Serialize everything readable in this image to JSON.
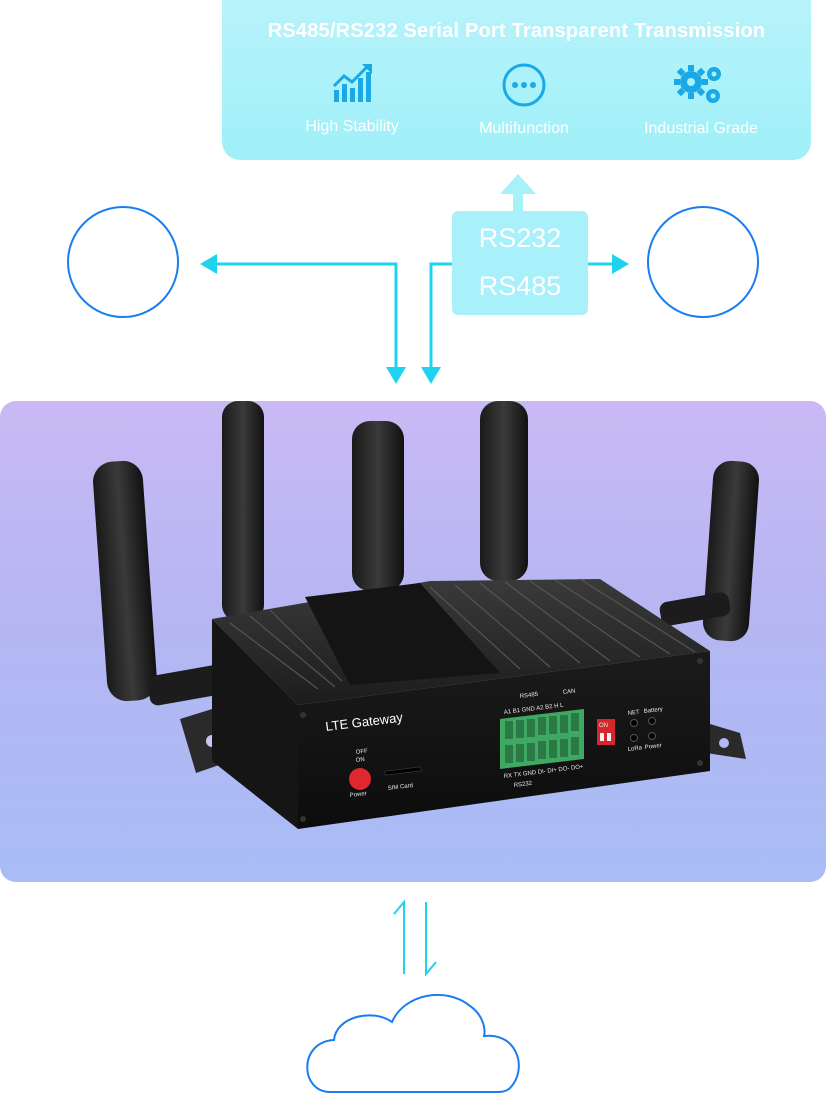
{
  "banner": {
    "title": "RS485/RS232 Serial Port Transparent Transmission",
    "features": [
      {
        "icon": "chart-growth-icon",
        "label": "High Stability"
      },
      {
        "icon": "more-dots-icon",
        "label": "Multifunction"
      },
      {
        "icon": "gears-icon",
        "label": "Industrial Grade"
      }
    ]
  },
  "interfaces": {
    "line1": "RS232",
    "line2": "RS485"
  },
  "device": {
    "name": "LTE Gateway",
    "switch_off": "OFF",
    "switch_on": "ON",
    "power_label": "Power",
    "sim_label": "SIM Card",
    "rs485_label": "RS485",
    "can_label": "CAN",
    "rs232_label": "RS232",
    "top_pins": "A1  B1  GND  A2    B2     H    L",
    "bottom_pins": "RX  TX  GND  DI-  DI+  DO-  DO+",
    "led_net": "NET",
    "led_battery": "Battery",
    "led_lora": "LoRa",
    "led_power": "Power",
    "dip_on": "ON"
  },
  "colors": {
    "accent": "#1fd3ee",
    "circle": "#1a7ef0",
    "banner": "#a7f1f9",
    "panel": "#bcb8f4"
  }
}
